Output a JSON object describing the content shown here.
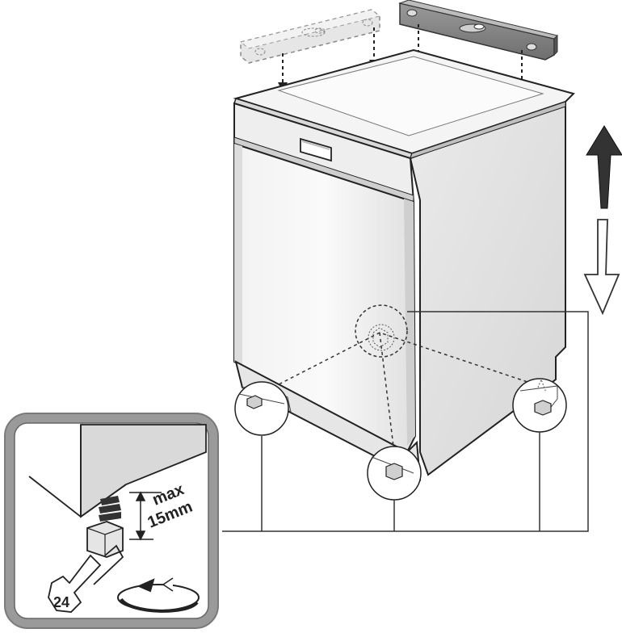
{
  "detail": {
    "max_label": "max",
    "distance_label": "15mm",
    "wrench_size": "24"
  },
  "icons": {
    "up_arrow": "arrow-up-filled-icon",
    "down_arrow": "arrow-down-outline-icon",
    "rotate": "rotate-clockwise-icon",
    "wrench": "wrench-icon"
  },
  "colors": {
    "level_tool": "#8a8a8a",
    "appliance_body": "#ececec",
    "appliance_top": "#f6f6f6",
    "callout_frame": "#8c8c8c",
    "arrow_dark": "#333333"
  }
}
